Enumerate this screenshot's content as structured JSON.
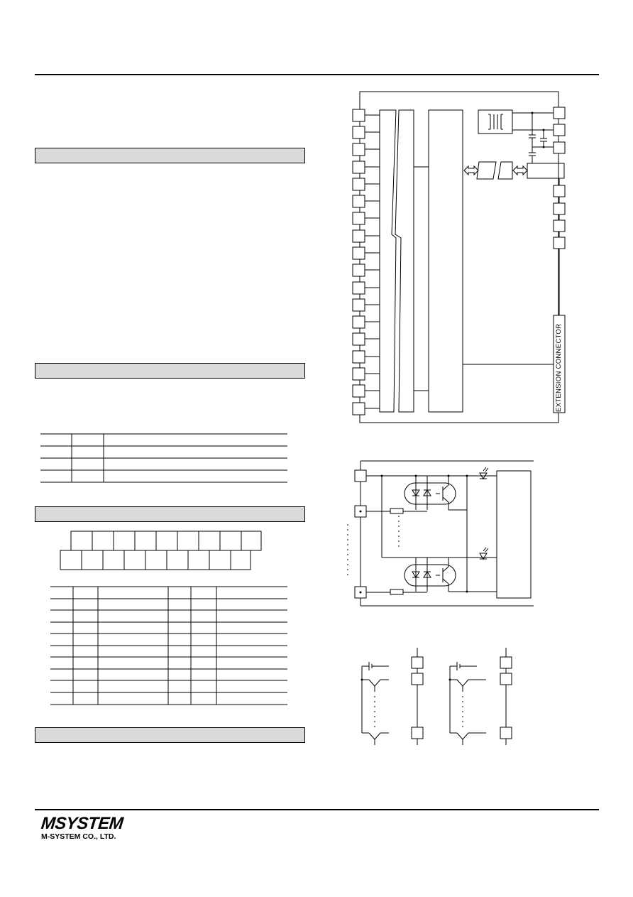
{
  "diagram": {
    "extension_connector_label": "EXTENSION CONNECTOR"
  },
  "footer": {
    "logo_mark": "MSYSTEM",
    "company_name": "M-SYSTEM CO., LTD."
  }
}
